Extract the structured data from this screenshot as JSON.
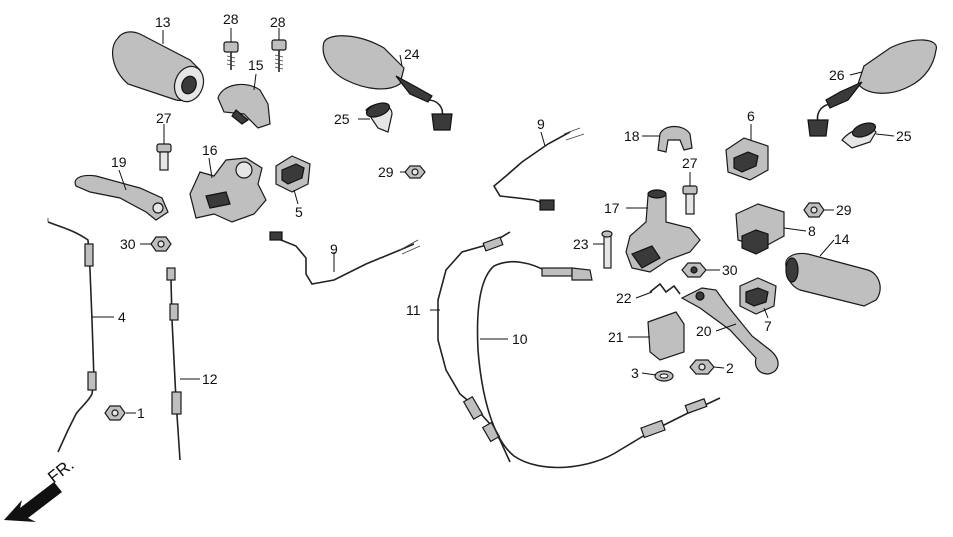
{
  "direction_label": "FR.",
  "callouts": [
    {
      "id": "c1",
      "label": "1"
    },
    {
      "id": "c2",
      "label": "2"
    },
    {
      "id": "c3",
      "label": "3"
    },
    {
      "id": "c4",
      "label": "4"
    },
    {
      "id": "c5",
      "label": "5"
    },
    {
      "id": "c6",
      "label": "6"
    },
    {
      "id": "c7",
      "label": "7"
    },
    {
      "id": "c8",
      "label": "8"
    },
    {
      "id": "c9a",
      "label": "9"
    },
    {
      "id": "c9b",
      "label": "9"
    },
    {
      "id": "c10",
      "label": "10"
    },
    {
      "id": "c11",
      "label": "11"
    },
    {
      "id": "c12",
      "label": "12"
    },
    {
      "id": "c13",
      "label": "13"
    },
    {
      "id": "c14",
      "label": "14"
    },
    {
      "id": "c15",
      "label": "15"
    },
    {
      "id": "c16",
      "label": "16"
    },
    {
      "id": "c17",
      "label": "17"
    },
    {
      "id": "c18",
      "label": "18"
    },
    {
      "id": "c19",
      "label": "19"
    },
    {
      "id": "c20",
      "label": "20"
    },
    {
      "id": "c21",
      "label": "21"
    },
    {
      "id": "c22",
      "label": "22"
    },
    {
      "id": "c23",
      "label": "23"
    },
    {
      "id": "c24",
      "label": "24"
    },
    {
      "id": "c25a",
      "label": "25"
    },
    {
      "id": "c25b",
      "label": "25"
    },
    {
      "id": "c26",
      "label": "26"
    },
    {
      "id": "c27a",
      "label": "27"
    },
    {
      "id": "c27b",
      "label": "27"
    },
    {
      "id": "c28a",
      "label": "28"
    },
    {
      "id": "c28b",
      "label": "28"
    },
    {
      "id": "c29a",
      "label": "29"
    },
    {
      "id": "c29b",
      "label": "29"
    },
    {
      "id": "c30a",
      "label": "30"
    },
    {
      "id": "c30b",
      "label": "30"
    }
  ]
}
